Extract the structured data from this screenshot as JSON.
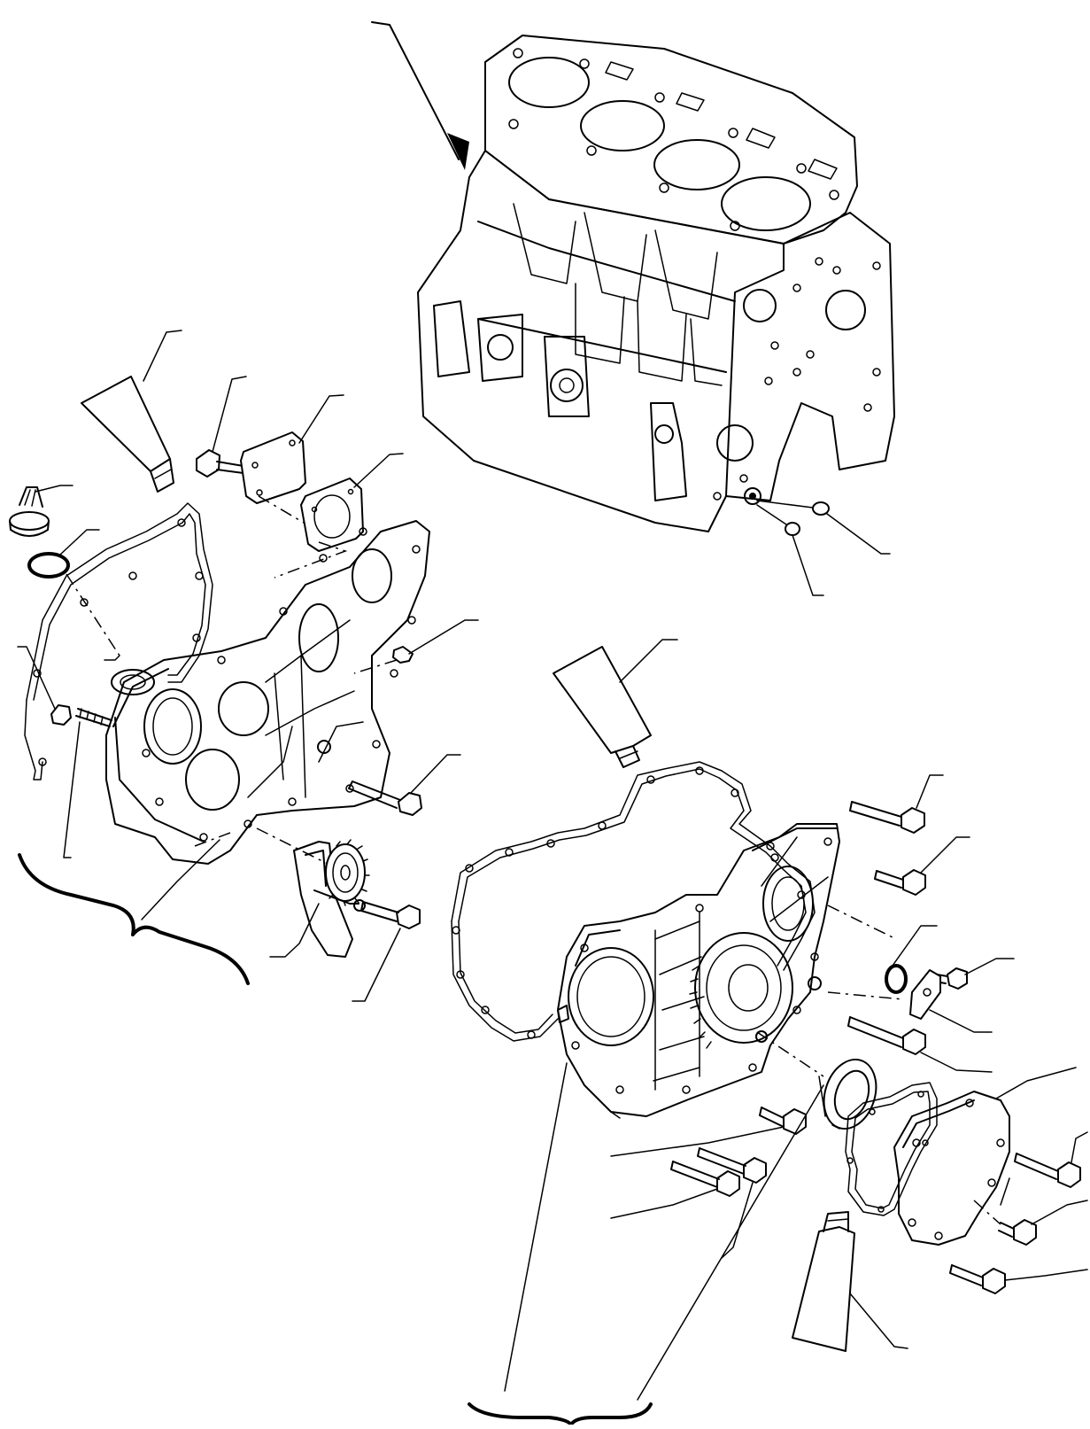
{
  "diagram": {
    "parts": [
      {
        "id": "engine-block"
      },
      {
        "id": "block-o-ring-large"
      },
      {
        "id": "block-o-ring-small"
      },
      {
        "id": "sealant-tube-left"
      },
      {
        "id": "cover-bolt-small"
      },
      {
        "id": "cover-plate"
      },
      {
        "id": "cover-plate-gasket"
      },
      {
        "id": "oil-filler-cap"
      },
      {
        "id": "filler-cap-o-ring"
      },
      {
        "id": "rear-gear-case-gasket"
      },
      {
        "id": "stud-nut"
      },
      {
        "id": "stud-bolt"
      },
      {
        "id": "dowel-pin"
      },
      {
        "id": "gear-case-bolt"
      },
      {
        "id": "rear-gear-case"
      },
      {
        "id": "oil-pump"
      },
      {
        "id": "oil-pump-bolt"
      },
      {
        "id": "sealant-tube-center"
      },
      {
        "id": "front-cover-gasket"
      },
      {
        "id": "front-gear-case"
      },
      {
        "id": "long-flange-bolt-top"
      },
      {
        "id": "flange-bolt-upper"
      },
      {
        "id": "access-cover-o-ring"
      },
      {
        "id": "access-cover-bolt"
      },
      {
        "id": "access-cover"
      },
      {
        "id": "flange-bolt-middle"
      },
      {
        "id": "crankshaft-oil-seal"
      },
      {
        "id": "flange-bolt-lower"
      },
      {
        "id": "long-bolt-pair"
      },
      {
        "id": "timing-cover-gasket"
      },
      {
        "id": "timing-cover"
      },
      {
        "id": "timing-cover-bolt-upper"
      },
      {
        "id": "timing-cover-bolt-middle"
      },
      {
        "id": "timing-cover-bolt-lower"
      },
      {
        "id": "sealant-tube-right"
      }
    ]
  }
}
